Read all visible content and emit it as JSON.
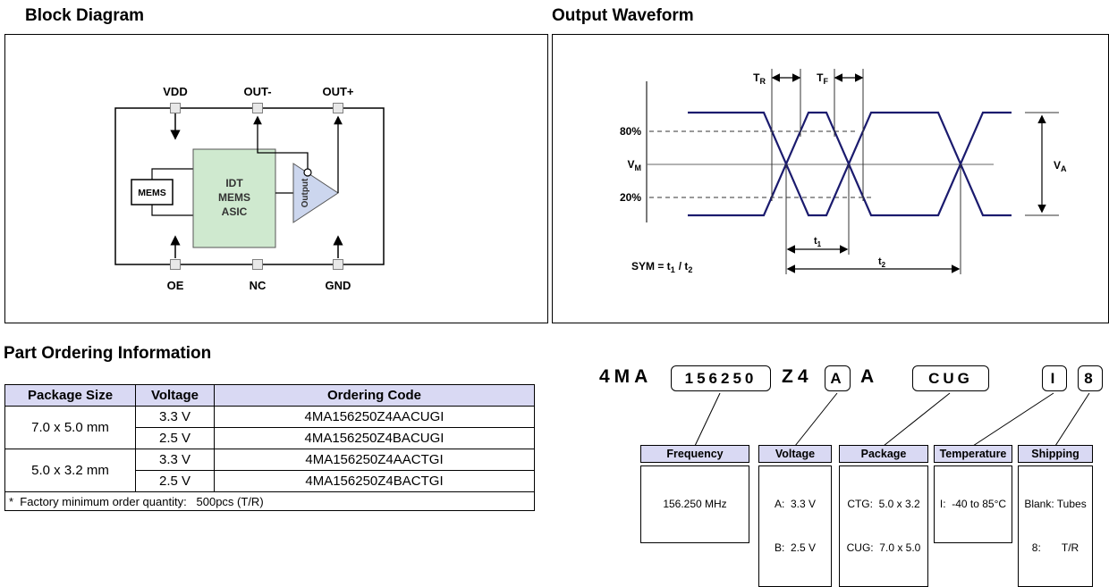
{
  "titles": {
    "block_diagram": "Block Diagram",
    "output_waveform": "Output Waveform",
    "part_ordering": "Part Ordering Information"
  },
  "block_diagram": {
    "top_pins": [
      "VDD",
      "OUT-",
      "OUT+"
    ],
    "bottom_pins": [
      "OE",
      "NC",
      "GND"
    ],
    "mems_label": "MEMS",
    "asic_lines": [
      "IDT",
      "MEMS",
      "ASIC"
    ],
    "amp_label": "Output",
    "asic_fill": "#cfe9cf",
    "amp_fill": "#ccd6ee"
  },
  "waveform": {
    "trace_color": "#1b1b6e",
    "labels": {
      "p80": "80%",
      "p20": "20%",
      "vm_main": "V",
      "vm_sub": "M",
      "va_main": "V",
      "va_sub": "A",
      "tr_main": "T",
      "tr_sub": "R",
      "tf_main": "T",
      "tf_sub": "F",
      "t1_main": "t",
      "t1_sub": "1",
      "t2_main": "t",
      "t2_sub": "2",
      "sym_p1": "SYM = t",
      "sym_s1": "1",
      "sym_p2": "/ t",
      "sym_s2": "2"
    }
  },
  "ordering_table": {
    "header_bg": "#d9d9f3",
    "headers": [
      "Package Size",
      "Voltage",
      "Ordering Code"
    ],
    "groups": [
      {
        "package": "7.0 x 5.0 mm",
        "entries": [
          {
            "voltage": "3.3 V",
            "code": "4MA156250Z4AACUGI"
          },
          {
            "voltage": "2.5 V",
            "code": "4MA156250Z4BACUGI"
          }
        ]
      },
      {
        "package": "5.0 x 3.2 mm",
        "entries": [
          {
            "voltage": "3.3 V",
            "code": "4MA156250Z4AACTGI"
          },
          {
            "voltage": "2.5 V",
            "code": "4MA156250Z4BACTGI"
          }
        ]
      }
    ],
    "footnote": "*  Factory minimum order quantity:   500pcs (T/R)"
  },
  "part_decoder": {
    "prefix": "4MA",
    "frequency_code": "156250",
    "mid_code": "Z4",
    "voltage_code": "A",
    "rev_code": "A",
    "package_code": "CUG",
    "temp_code": "I",
    "shipping_code": "8",
    "categories": [
      {
        "label": "Frequency",
        "values": [
          "156.250 MHz"
        ]
      },
      {
        "label": "Voltage",
        "values": [
          "A:  3.3 V",
          "B:  2.5 V"
        ]
      },
      {
        "label": "Package",
        "values": [
          "CTG:  5.0 x 3.2",
          "CUG:  7.0 x 5.0"
        ]
      },
      {
        "label": "Temperature",
        "values": [
          "I:  -40 to 85°C"
        ]
      },
      {
        "label": "Shipping",
        "values": [
          "Blank: Tubes",
          "8:       T/R"
        ]
      }
    ]
  }
}
